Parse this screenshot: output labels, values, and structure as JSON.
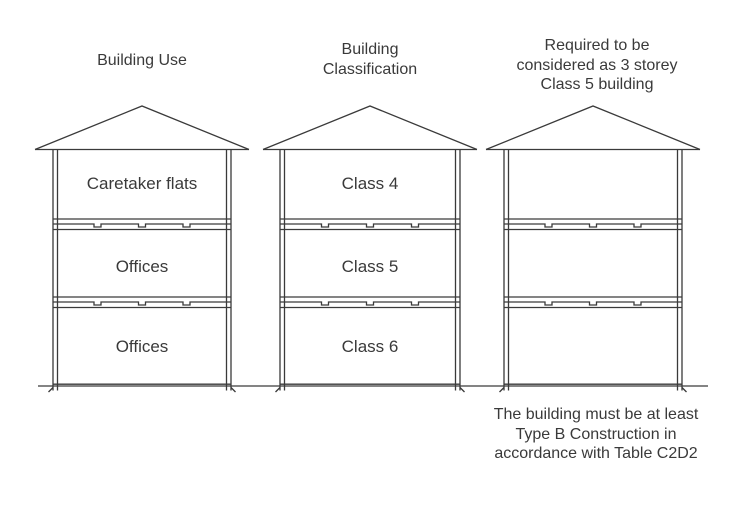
{
  "colors": {
    "line": "#3a3a3a",
    "text": "#3a3a3a",
    "background": "#ffffff"
  },
  "buildings": [
    {
      "title": "Building Use",
      "floors": [
        "Caretaker flats",
        "Offices",
        "Offices"
      ]
    },
    {
      "title": "Building\nClassification",
      "floors": [
        "Class 4",
        "Class 5",
        "Class 6"
      ]
    },
    {
      "title": "Required to be\nconsidered as 3 storey\nClass 5 building",
      "floors": []
    }
  ],
  "note": "The building must be at least\nType B Construction in\naccordance with Table C2D2"
}
